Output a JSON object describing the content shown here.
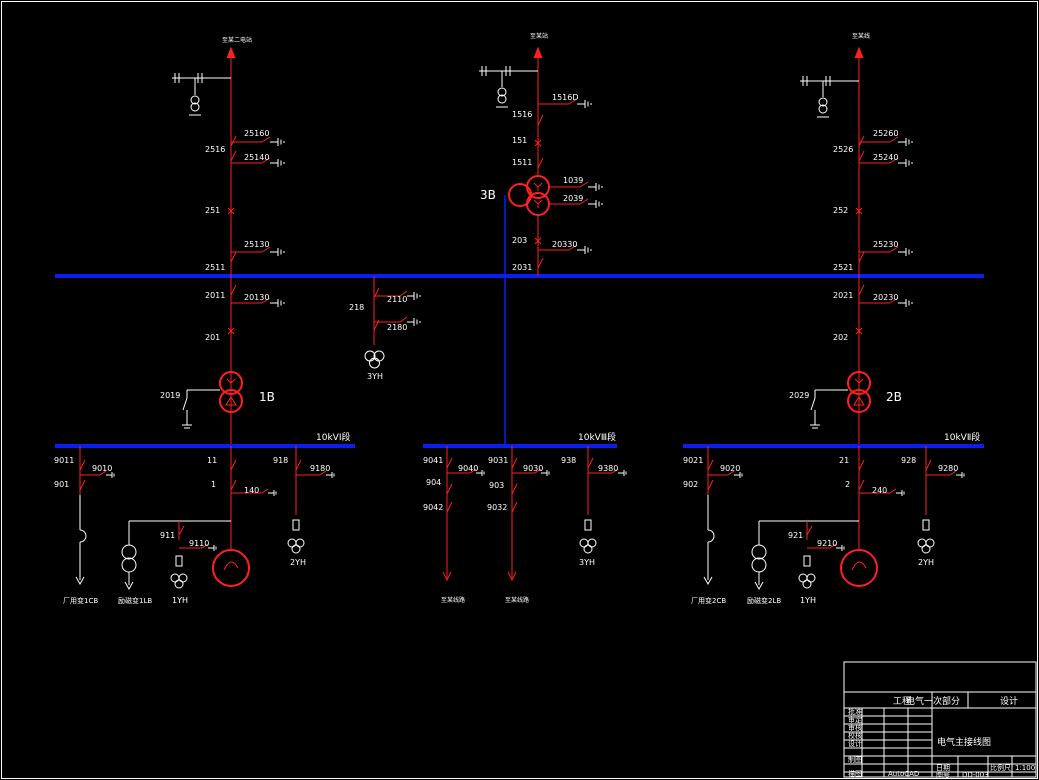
{
  "colors": {
    "background": "#000000",
    "busbar": "#0a1ef0",
    "circuit": "#ff2020",
    "ground": "#ffffff",
    "frame": "#ffffff"
  },
  "lines": {
    "left": "至某二电站",
    "mid": "至某站",
    "right": "至某线"
  },
  "left": {
    "sw_line_ground": "25160",
    "sw_line_iso": "2516",
    "sw_iso_ground": "25140",
    "breaker": "251",
    "sw_bus_ground": "25130",
    "sw_bus_iso": "2511",
    "tr_iso": "2011",
    "tr_iso_ground": "20130",
    "tr_breaker": "201",
    "neutral": "2019",
    "transformer": "1B",
    "bus": "10kVⅠ段",
    "feed1_iso": "9011",
    "feed1_ground": "9010",
    "feed1_breaker": "901",
    "gen_iso": "11",
    "gen_breaker": "1",
    "gen_ground": "140",
    "pt_iso": "918",
    "pt_ground": "9180",
    "pt": "2YH",
    "exc_iso": "911",
    "exc_ground": "9110",
    "exc_pt": "1YH",
    "load1": "厂用变1CB",
    "load2": "励磁变1LB"
  },
  "mid": {
    "line_iso": "1516",
    "line_ground": "1516D",
    "breaker": "151",
    "tr_iso": "1511",
    "transformer": "3B",
    "g1": "1039",
    "g2": "2039",
    "mv_breaker": "203",
    "mv_ground": "20330",
    "mv_iso": "2031",
    "pt_iso": "218",
    "pt_g1": "2110",
    "pt_g2": "2180",
    "pt": "3YH",
    "bus": "10kVⅢ段",
    "f1_iso": "9041",
    "f1_ground": "9040",
    "f1_breaker": "904",
    "f1_iso2": "9042",
    "f2_iso": "9031",
    "f2_ground": "9030",
    "f2_breaker": "903",
    "f2_iso2": "9032",
    "p_iso": "938",
    "p_ground": "9380",
    "p_pt": "3YH",
    "load1": "至某线路",
    "load2": "至某线路"
  },
  "right": {
    "sw_line_ground": "25260",
    "sw_line_iso": "2526",
    "sw_iso_ground": "25240",
    "breaker": "252",
    "sw_bus_ground": "25230",
    "sw_bus_iso": "2521",
    "tr_iso": "2021",
    "tr_iso_ground": "20230",
    "tr_breaker": "202",
    "neutral": "2029",
    "transformer": "2B",
    "bus": "10kVⅡ段",
    "feed1_iso": "9021",
    "feed1_ground": "9020",
    "feed1_breaker": "902",
    "gen_iso": "21",
    "gen_breaker": "2",
    "gen_ground": "240",
    "pt_iso": "928",
    "pt_ground": "9280",
    "pt": "2YH",
    "exc_iso": "921",
    "exc_ground": "9210",
    "exc_pt": "1YH",
    "load1": "厂用变2CB",
    "load2": "励磁变2LB"
  },
  "title_block": {
    "project": "工程",
    "part": "电气一次部分",
    "stage": "设计",
    "drawing_title": "电气主接线图",
    "rows": [
      "批准",
      "审定",
      "审核",
      "校核",
      "设计",
      "制图",
      "描图"
    ],
    "software": "AutoCAD",
    "date_label": "日期",
    "scale_label": "比例尺",
    "scale": "1:100",
    "no_label": "图号",
    "no": "DD-003"
  }
}
